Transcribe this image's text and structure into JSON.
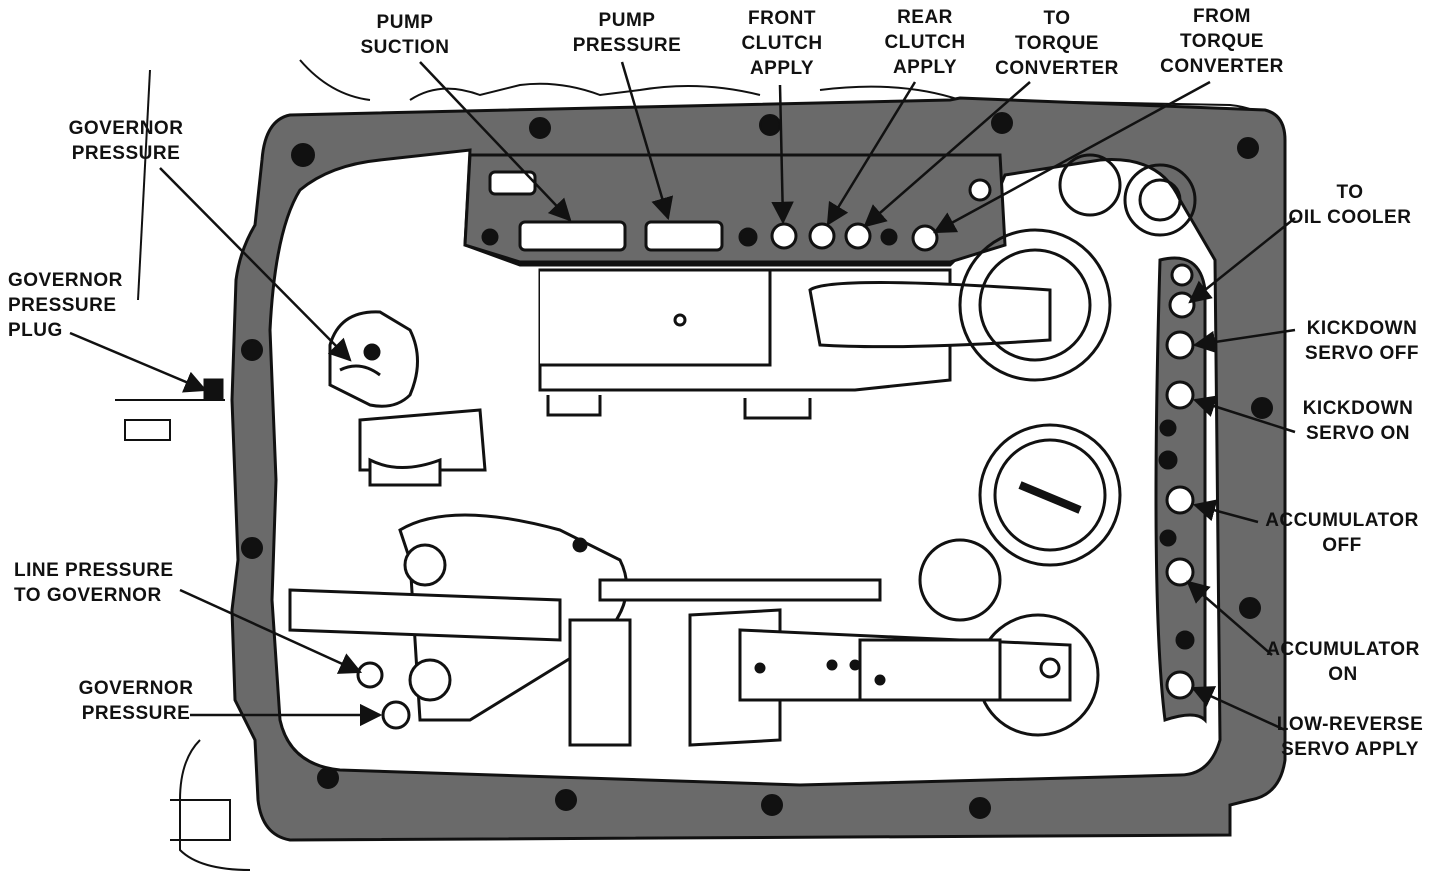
{
  "diagram": {
    "colors": {
      "ink": "#111111",
      "paper": "#ffffff",
      "gasket": "#555555"
    },
    "labels": {
      "pump_suction": [
        "PUMP",
        "SUCTION"
      ],
      "pump_pressure": [
        "PUMP",
        "PRESSURE"
      ],
      "front_clutch_apply": [
        "FRONT",
        "CLUTCH",
        "APPLY"
      ],
      "rear_clutch_apply": [
        "REAR",
        "CLUTCH",
        "APPLY"
      ],
      "to_torque_converter": [
        "TO",
        "TORQUE",
        "CONVERTER"
      ],
      "from_torque_converter": [
        "FROM",
        "TORQUE",
        "CONVERTER"
      ],
      "governor_pressure_top": [
        "GOVERNOR",
        "PRESSURE"
      ],
      "governor_pressure_plug": [
        "GOVERNOR",
        "PRESSURE",
        "PLUG"
      ],
      "to_oil_cooler": [
        "TO",
        "OIL COOLER"
      ],
      "kickdown_servo_off": [
        "KICKDOWN",
        "SERVO OFF"
      ],
      "kickdown_servo_on": [
        "KICKDOWN",
        "SERVO ON"
      ],
      "accumulator_off": [
        "ACCUMULATOR",
        "OFF"
      ],
      "accumulator_on": [
        "ACCUMULATOR",
        "ON"
      ],
      "low_reverse_servo_apply": [
        "LOW-REVERSE",
        "SERVO APPLY"
      ],
      "line_pressure_to_governor": [
        "LINE PRESSURE",
        "TO GOVERNOR"
      ],
      "governor_pressure_bottom": [
        "GOVERNOR",
        "PRESSURE"
      ]
    }
  }
}
